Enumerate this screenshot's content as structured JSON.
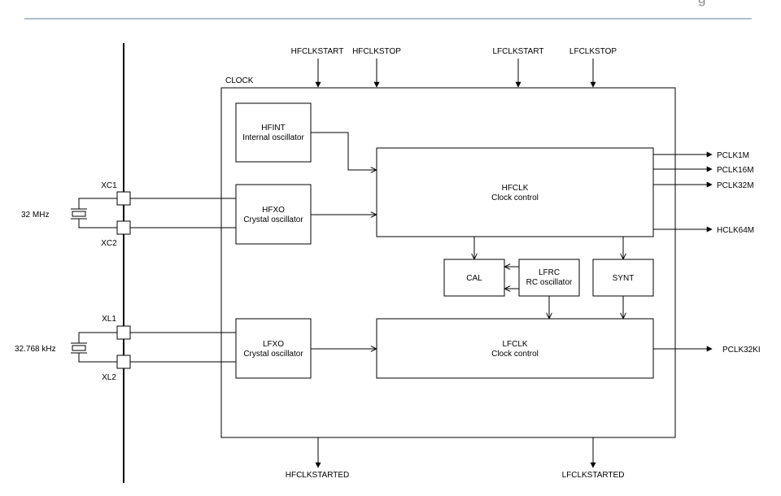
{
  "header": {
    "corner_glyph": "g",
    "rule_color": "#7f97b2"
  },
  "clock_block": {
    "label": "CLOCK"
  },
  "tasks": {
    "hfclkstart": "HFCLKSTART",
    "hfclkstop": "HFCLKSTOP",
    "lfclkstart": "LFCLKSTART",
    "lfclkstop": "LFCLKSTOP"
  },
  "events": {
    "hfclkstarted": "HFCLKSTARTED",
    "lfclkstarted": "LFCLKSTARTED"
  },
  "pins": {
    "xc1": "XC1",
    "xc2": "XC2",
    "xl1": "XL1",
    "xl2": "XL2"
  },
  "crystals": {
    "hf": "32 MHz",
    "lf": "32.768 kHz"
  },
  "blocks": {
    "hfint": {
      "title": "HFINT",
      "subtitle": "Internal oscillator"
    },
    "hfxo": {
      "title": "HFXO",
      "subtitle": "Crystal oscillator"
    },
    "lfxo": {
      "title": "LFXO",
      "subtitle": "Crystal oscillator"
    },
    "hfclk": {
      "title": "HFCLK",
      "subtitle": "Clock control"
    },
    "lfclk": {
      "title": "LFCLK",
      "subtitle": "Clock control"
    },
    "cal": {
      "title": "CAL"
    },
    "lfrc": {
      "title": "LFRC",
      "subtitle": "RC oscillator"
    },
    "synt": {
      "title": "SYNT"
    }
  },
  "outputs": {
    "pclk1m": "PCLK1M",
    "pclk16m": "PCLK16M",
    "pclk32m": "PCLK32M",
    "hclk64m": "HCLK64M",
    "pclk32ki": "PCLK32KI"
  }
}
